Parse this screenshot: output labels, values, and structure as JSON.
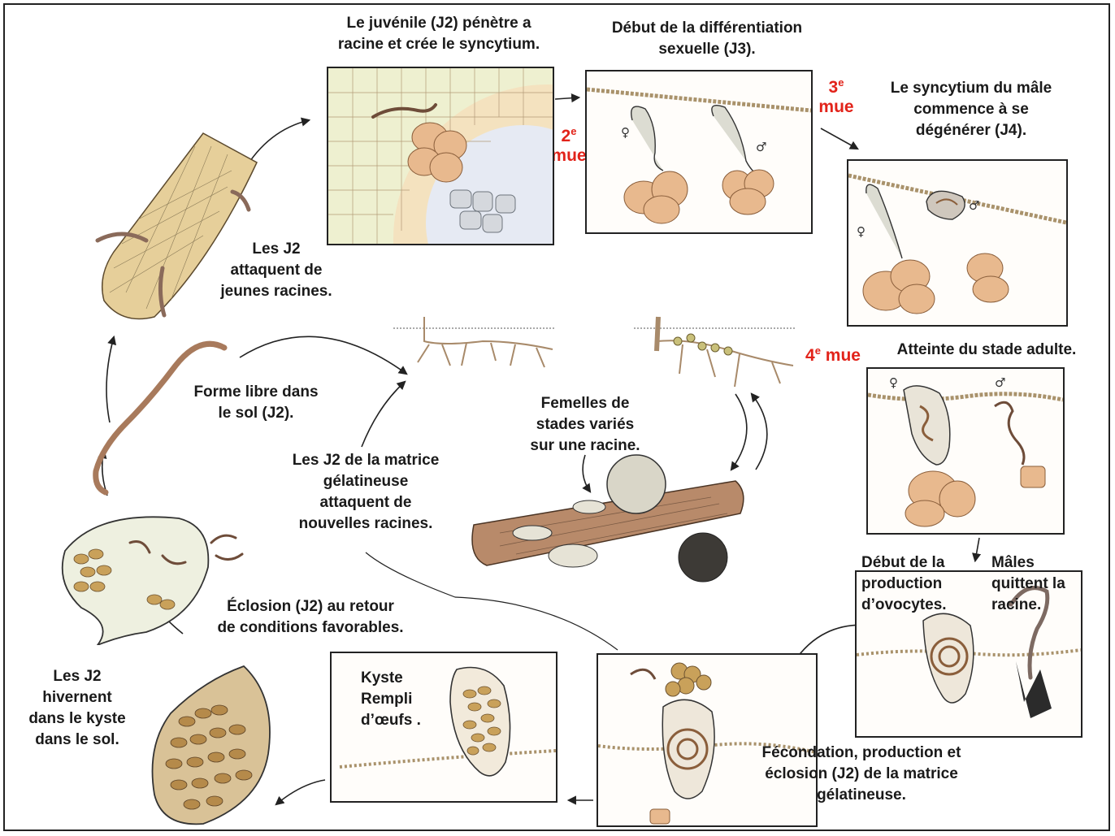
{
  "labels": {
    "j2_penetre": "Le juvénile (J2) pénètre a\nracine et crée le syncytium.",
    "differentiation": "Début de la différentiation\nsexuelle (J3).",
    "syncytium_male": "Le syncytium du mâle\ncommence à se\ndégénérer (J4).",
    "j2_attaquent": "Les J2\nattaquent de\njeunes racines.",
    "stade_adulte": "Atteinte du stade adulte.",
    "forme_libre": "Forme libre dans\nle sol (J2).",
    "femelles": "Femelles de\nstades variés\nsur une racine.",
    "matrice_j2": "Les J2 de la matrice\ngélatineuse\nattaquent de\nnouvelles racines.",
    "eclosion": "Éclosion (J2) au retour\nde conditions favorables.",
    "hivernent": "Les J2\nhivernent\ndans le kyste\ndans le sol.",
    "kyste": "Kyste\nRempli\nd’œufs .",
    "ovocytes": "Début de la\nproduction\nd’ovocytes.",
    "males_quittent": "Mâles\nquittent  la\nracine.",
    "fecondation": "Fécondation, production et\néclosion (J2) de la matrice\ngélatineuse."
  },
  "molts": {
    "m2_num": "2",
    "m2_sup": "e",
    "m2_word": "mue",
    "m3_num": "3",
    "m3_sup": "e",
    "m3_word": "mue",
    "m4_num": "4",
    "m4_sup": "e",
    "m4_word": "mue"
  },
  "symbols": {
    "female": "♀",
    "male": "♂"
  },
  "colors": {
    "mue_red": "#e2231a",
    "syncytium": "#e8b98e",
    "root": "#e6cf9a",
    "cyst": "#b58a4a",
    "nematode": "#a87a5c"
  }
}
